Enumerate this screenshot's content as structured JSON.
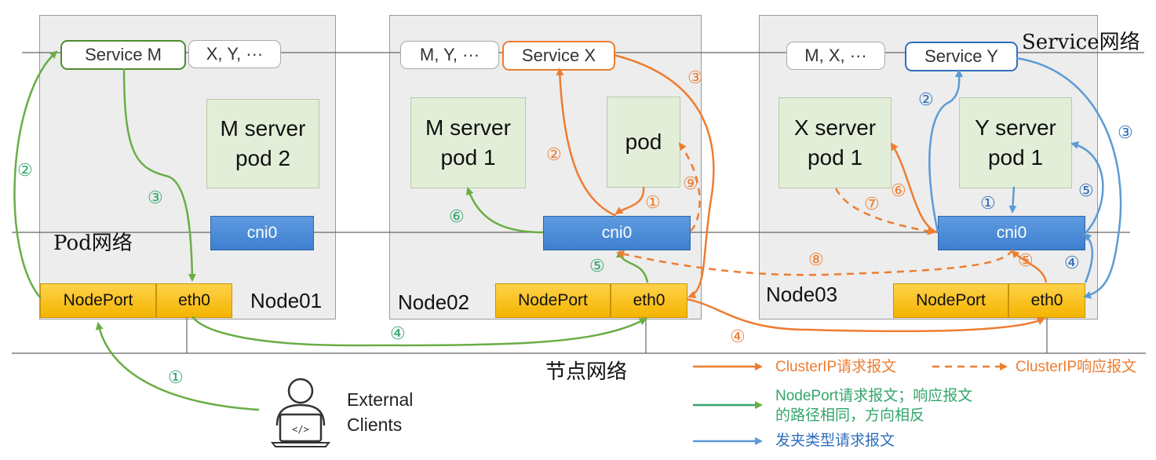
{
  "networks": {
    "service": "Service网络",
    "pod": "Pod网络",
    "node": "节点网络"
  },
  "nodes": [
    {
      "name": "Node01",
      "services": [
        "Service M",
        "X, Y, ···"
      ],
      "pods": [
        "M server\npod 2"
      ],
      "cni": "cni0",
      "nodeport": "NodePort",
      "eth": "eth0"
    },
    {
      "name": "Node02",
      "services": [
        "M, Y, ···",
        "Service X"
      ],
      "pods": [
        "M server\npod 1",
        "pod"
      ],
      "cni": "cni0",
      "nodeport": "NodePort",
      "eth": "eth0"
    },
    {
      "name": "Node03",
      "services": [
        "M, X, ···",
        "Service Y"
      ],
      "pods": [
        "X server\npod 1",
        "Y server\npod 1"
      ],
      "cni": "cni0",
      "nodeport": "NodePort",
      "eth": "eth0"
    }
  ],
  "client": {
    "label": "External\nClients",
    "icon": "developer-laptop-icon"
  },
  "steps": {
    "green": [
      "①",
      "②",
      "③",
      "④",
      "⑤",
      "⑥"
    ],
    "orange": [
      "①",
      "②",
      "③",
      "④",
      "⑤",
      "⑥",
      "⑦",
      "⑧",
      "⑨"
    ],
    "blue": [
      "①",
      "②",
      "③",
      "④",
      "⑤"
    ]
  },
  "legend": {
    "clusterip_request": "ClusterIP请求报文",
    "clusterip_response": "ClusterIP响应报文",
    "nodeport": "NodePort请求报文；响应报文\n的路径相同，方向相反",
    "hairpin": "发夹类型请求报文"
  },
  "colors": {
    "green": "#33a56b",
    "orange": "#ed7d31",
    "blue": "#5b9bd5",
    "node_bg": "#ededed",
    "pod_bg": "#e2eed8",
    "cni": "#4a8bd8",
    "port": "#f9c200"
  }
}
